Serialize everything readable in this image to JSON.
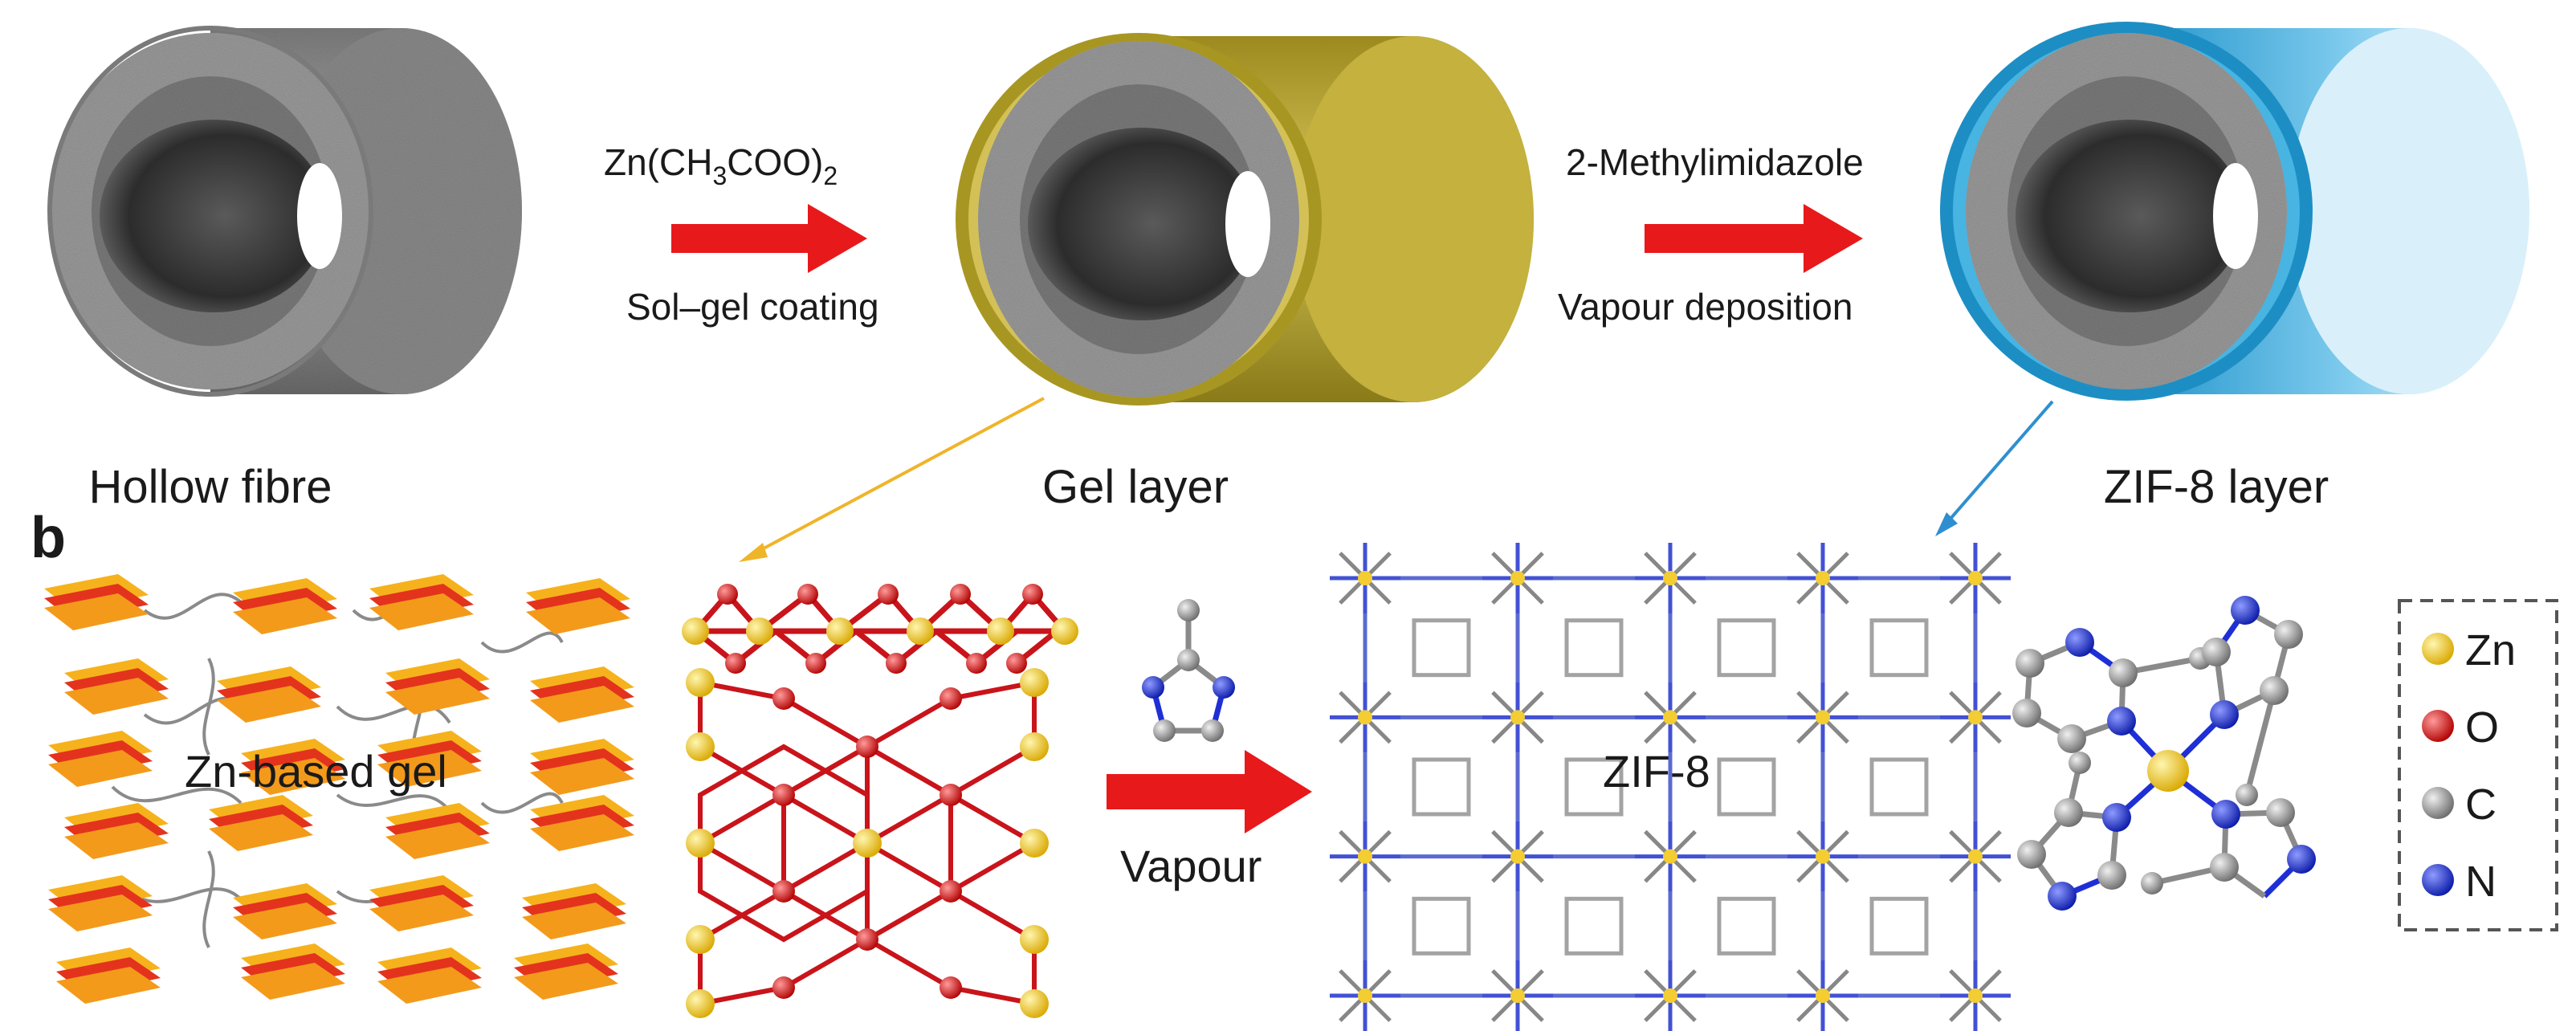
{
  "panel_a": {
    "stages": [
      {
        "id": "hollow",
        "caption": "Hollow fibre",
        "coat": "none"
      },
      {
        "id": "gel",
        "caption": "Gel layer",
        "coat": "#b8a534"
      },
      {
        "id": "zif",
        "caption": "ZIF-8 layer",
        "coat": "#29a3d6"
      }
    ],
    "steps": [
      {
        "reagent_main": "Zn(CH",
        "reagent_sub1": "3",
        "reagent_mid": "COO)",
        "reagent_sub2": "2",
        "method": "Sol–gel coating"
      },
      {
        "reagent": "2-Methylimidazole",
        "method": "Vapour deposition"
      }
    ]
  },
  "panel_b": {
    "label": "b",
    "gel_label": "Zn-based gel",
    "zif_label": "ZIF-8",
    "arrow_label": "Vapour",
    "legend": [
      {
        "symbol": "Zn",
        "color": "#f2c81c"
      },
      {
        "symbol": "O",
        "color": "#d21f1f"
      },
      {
        "symbol": "C",
        "color": "#9a9a9a"
      },
      {
        "symbol": "N",
        "color": "#1f2fd6"
      }
    ]
  },
  "colors": {
    "arrow": "#e8191b",
    "gel_pointer": "#f0b429",
    "zif_pointer": "#2e8fd0",
    "fibre_grey": "#8a8a8a"
  }
}
